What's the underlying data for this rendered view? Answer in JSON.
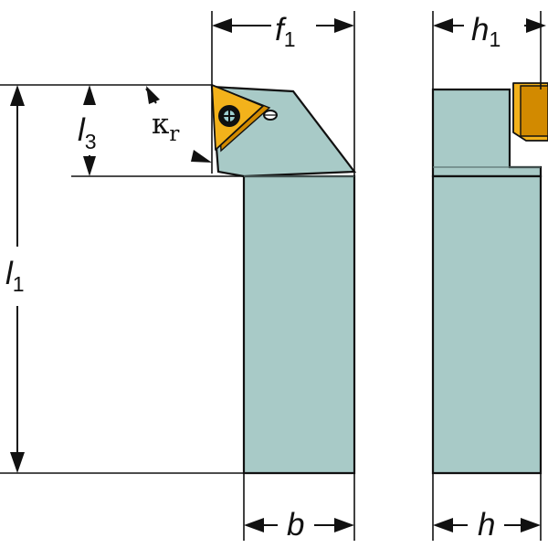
{
  "labels": {
    "f1": {
      "main": "f",
      "sub": "1"
    },
    "h1": {
      "main": "h",
      "sub": "1"
    },
    "l3": {
      "main": "l",
      "sub": "3"
    },
    "kr": {
      "main": "κ",
      "sub": "r"
    },
    "l1": {
      "main": "l",
      "sub": "1"
    },
    "b": {
      "main": "b"
    },
    "h": {
      "main": "h"
    }
  },
  "colors": {
    "steel": "#a8cac7",
    "insert": "#f3b21b",
    "insert_shadow": "#d28a00",
    "lines": "#111111"
  }
}
